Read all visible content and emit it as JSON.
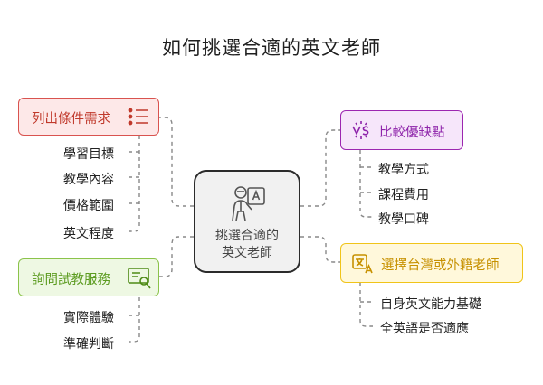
{
  "title": "如何挑選合適的英文老師",
  "center": {
    "line1": "挑選合適的",
    "line2": "英文老師",
    "icon": "teacher-icon"
  },
  "categories": {
    "list": {
      "label": "列出條件需求",
      "icon": "list-icon",
      "border": "#d9534f",
      "fill": "#fde8e8",
      "text_color": "#c0392b",
      "items": [
        "學習目標",
        "教學內容",
        "價格範圍",
        "英文程度"
      ]
    },
    "trial": {
      "label": "詢問試教服務",
      "icon": "certificate-icon",
      "border": "#8bc34a",
      "fill": "#eef8e3",
      "text_color": "#5a9a1e",
      "items": [
        "實際體驗",
        "準確判斷"
      ]
    },
    "compare": {
      "label": "比較優缺點",
      "icon": "versus-icon",
      "border": "#9c27b0",
      "fill": "#f6e6fa",
      "text_color": "#8e24aa",
      "items": [
        "教學方式",
        "課程費用",
        "教學口碑"
      ]
    },
    "choose": {
      "label": "選擇台灣或外籍老師",
      "icon": "translate-icon",
      "border": "#f0c419",
      "fill": "#fff8db",
      "text_color": "#c79100",
      "items": [
        "自身英文能力基礎",
        "全英語是否適應"
      ]
    }
  }
}
